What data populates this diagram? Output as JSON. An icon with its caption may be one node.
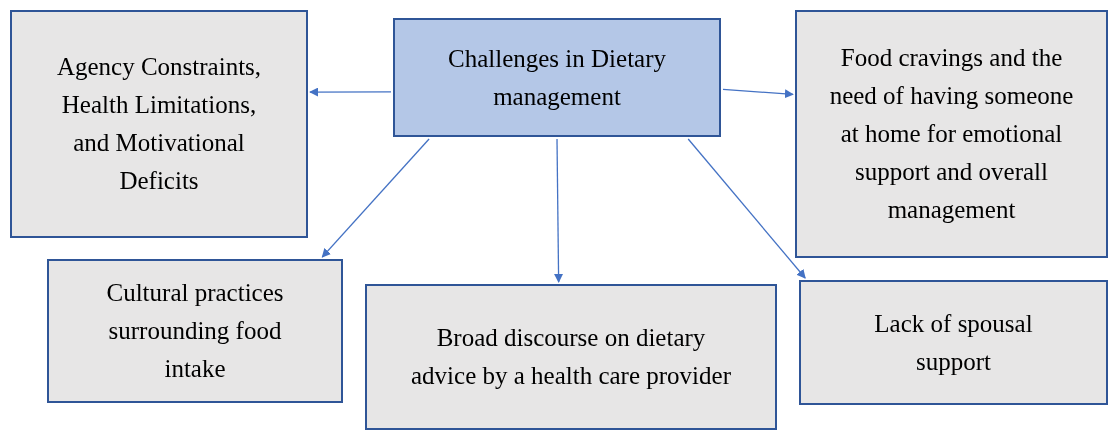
{
  "diagram": {
    "nodes": [
      {
        "text": [
          "Challenges in Dietary management"
        ]
      },
      {
        "text": [
          "Agency Constraints, Health Limitations, and Motivational Deficits"
        ]
      },
      {
        "text": [
          "Food cravings and the need of having someone at home for emotional support and overall management"
        ]
      },
      {
        "text": [
          "Cultural practices surrounding food intake"
        ]
      },
      {
        "text": [
          "Broad discourse on dietary advice by a health care provider"
        ]
      },
      {
        "text": [
          "Lack of spousal support"
        ]
      }
    ],
    "edges": [
      {
        "from": 0,
        "to": 1,
        "arrow": "to"
      },
      {
        "from": 0,
        "to": 2,
        "arrow": "to"
      },
      {
        "from": 0,
        "to": 3,
        "arrow": "to"
      },
      {
        "from": 0,
        "to": 4,
        "arrow": "to"
      },
      {
        "from": 0,
        "to": 5,
        "arrow": "to"
      }
    ]
  }
}
